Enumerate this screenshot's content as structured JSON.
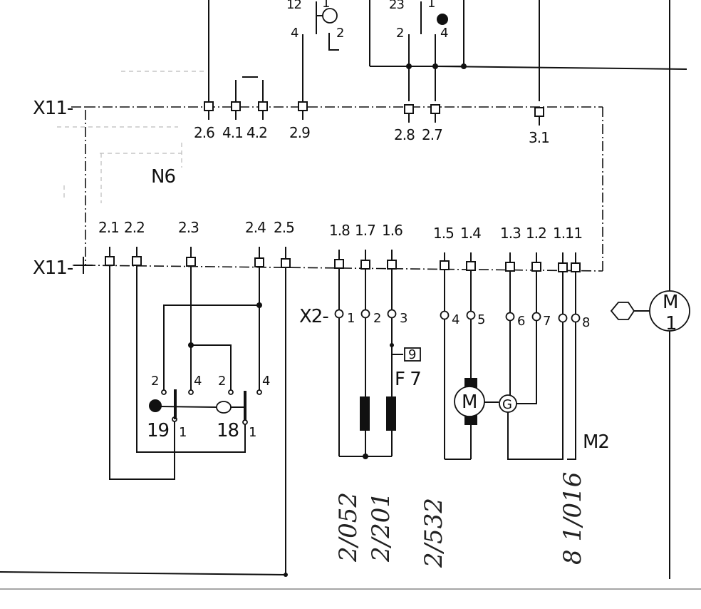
{
  "connector_x11": "X11-",
  "module": "N6",
  "top_terminals": [
    "2.6",
    "4.1",
    "4.2",
    "2.9",
    "2.8",
    "2.7",
    "3.1"
  ],
  "bottom_terminals": [
    "2.1",
    "2.2",
    "2.3",
    "2.4",
    "2.5",
    "1.8",
    "1.7",
    "1.6",
    "1.5",
    "1.4",
    "1.3",
    "1.2",
    "1.1",
    ".1"
  ],
  "connector_x2": "X2-",
  "x2_pins": [
    "1",
    "2",
    "3",
    "4",
    "5",
    "6",
    "7",
    "8"
  ],
  "switch_top_left": {
    "label": "12",
    "pins": [
      "1",
      "4",
      "2"
    ]
  },
  "switch_top_right": {
    "label": "23",
    "pins": [
      "1",
      "2",
      "4"
    ]
  },
  "switch_19": {
    "label": "19",
    "pins": [
      "2",
      "4",
      "1"
    ]
  },
  "switch_18": {
    "label": "18",
    "pins": [
      "2",
      "4",
      "1"
    ]
  },
  "fuse": {
    "label": "F 7",
    "symbol": "9"
  },
  "motor_m2": {
    "label": "M2",
    "motor": "M",
    "generator": "G"
  },
  "motor_m1": {
    "motor": "M",
    "number": "1"
  },
  "handwritten": [
    "2/052",
    "2/201",
    "2/532",
    "8 1/016"
  ]
}
